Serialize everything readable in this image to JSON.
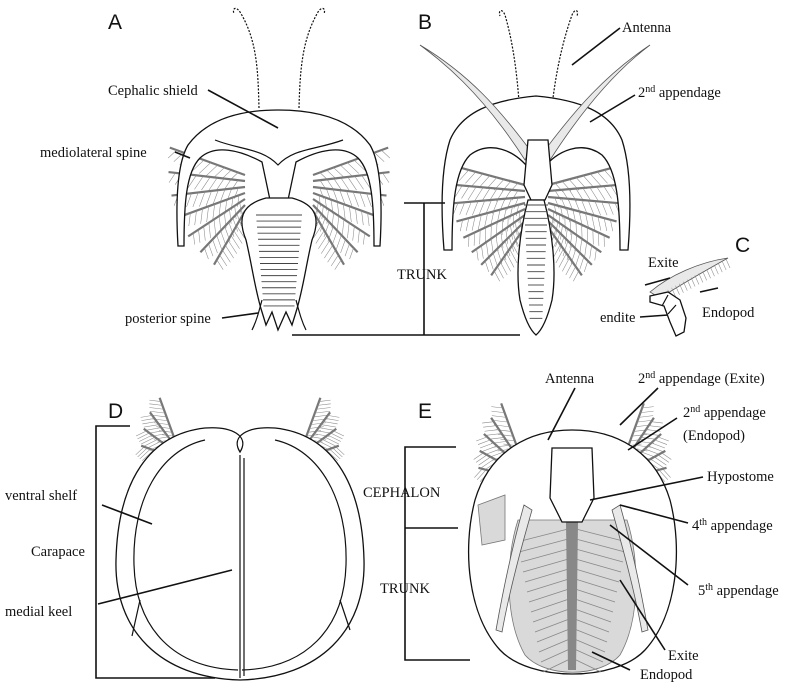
{
  "panels": {
    "A": "A",
    "B": "B",
    "C": "C",
    "D": "D",
    "E": "E"
  },
  "labels": {
    "a_cephalic_shield": "Cephalic shield",
    "a_mediolateral_spine": "mediolateral spine",
    "a_posterior_spine": "posterior spine",
    "b_antenna": "Antenna",
    "b_2nd_appendage_num": "2",
    "b_2nd_appendage_sup": "nd",
    "b_2nd_appendage_rest": " appendage",
    "trunk_ab": "TRUNK",
    "c_exite": "Exite",
    "c_endite": "endite",
    "c_endopod": "Endopod",
    "d_ventral_shelf": "ventral shelf",
    "d_carapace": "Carapace",
    "d_medial_keel": "medial keel",
    "e_antenna": "Antenna",
    "e_2nd_exite_num": "2",
    "e_2nd_exite_sup": "nd",
    "e_2nd_exite_rest": " appendage (Exite)",
    "e_2nd_endo_num": "2",
    "e_2nd_endo_sup": "nd",
    "e_2nd_endo_rest": " appendage",
    "e_2nd_endo_line2": "(Endopod)",
    "e_hypostome": "Hypostome",
    "e_4th_num": "4",
    "e_4th_sup": "th",
    "e_4th_rest": " appendage",
    "e_5th_num": "5",
    "e_5th_sup": "th",
    "e_5th_rest": " appendage",
    "e_cephalon": "CEPHALON",
    "e_trunk": "TRUNK",
    "e_exite": "Exite",
    "e_endopod": "Endopod"
  },
  "colors": {
    "ink": "#111111",
    "limb_fill": "#e9e9e9",
    "shade": "#d9d9d9",
    "background": "#ffffff"
  }
}
